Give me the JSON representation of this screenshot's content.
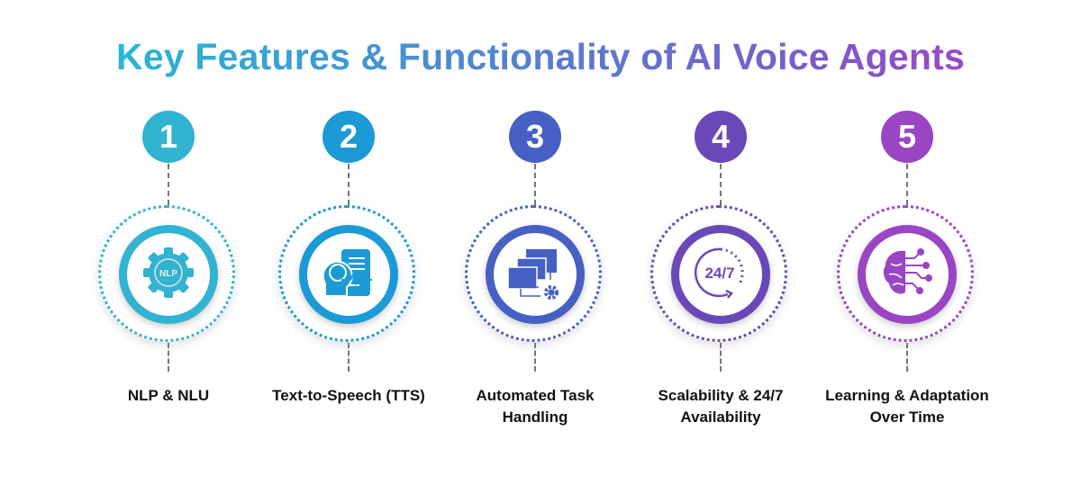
{
  "title": "Key Features & Functionality of AI Voice Agents",
  "features": [
    {
      "number": "1",
      "label": "NLP & NLU",
      "icon": "nlp-gear-icon",
      "icon_text": "NLP",
      "color": "#31b3d1"
    },
    {
      "number": "2",
      "label": "Text-to-Speech (TTS)",
      "icon": "text-to-speech-icon",
      "color": "#1b9ad6"
    },
    {
      "number": "3",
      "label": "Automated Task Handling",
      "icon": "automated-windows-icon",
      "color": "#4660c4"
    },
    {
      "number": "4",
      "label": "Scalability & 24/7 Availability",
      "icon": "clock-24-7-icon",
      "icon_text": "24/7",
      "color": "#6a48b8"
    },
    {
      "number": "5",
      "label": "Learning & Adaptation Over Time",
      "icon": "brain-circuit-icon",
      "color": "#9a45c4"
    }
  ]
}
